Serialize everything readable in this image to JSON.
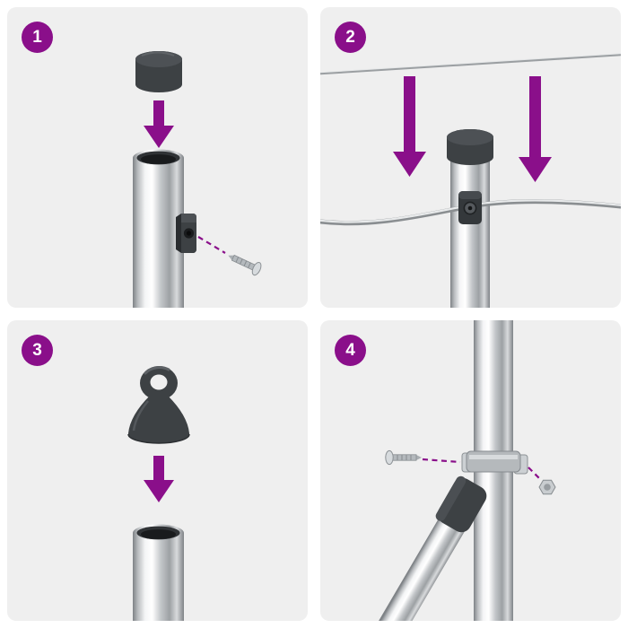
{
  "theme": {
    "accent": "#8a0f8a",
    "panel_bg": "#efefef",
    "page_bg": "#ffffff",
    "badge_text": "#ffffff",
    "cap_color": "#3d4144"
  },
  "panels": [
    {
      "number": "1",
      "illustration": "cap-onto-pole-with-screw-clip"
    },
    {
      "number": "2",
      "illustration": "wires-threaded-through-pole-clip"
    },
    {
      "number": "3",
      "illustration": "eyelet-cap-onto-pole"
    },
    {
      "number": "4",
      "illustration": "diagonal-brace-clamp-with-bolt-and-nut"
    }
  ]
}
